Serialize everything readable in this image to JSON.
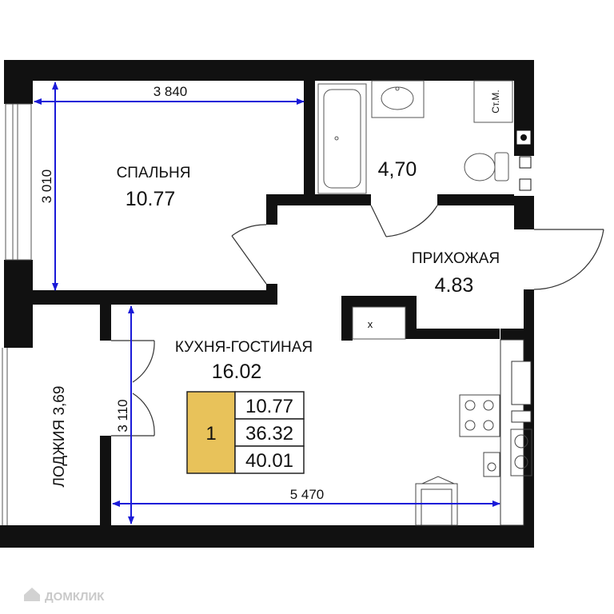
{
  "rooms": {
    "bedroom": {
      "name": "СПАЛЬНЯ",
      "area": "10.77"
    },
    "bathroom": {
      "area": "4,70",
      "washer_label": "Ст.М."
    },
    "hallway": {
      "name": "ПРИХОЖАЯ",
      "area": "4.83"
    },
    "kitchen_living": {
      "name": "КУХНЯ-ГОСТИНАЯ",
      "area": "16.02"
    },
    "loggia": {
      "label": "ЛОДЖИЯ 3,69"
    }
  },
  "dimensions": {
    "bedroom_width": "3 840",
    "bedroom_depth": "3 010",
    "kitchen_depth": "3 110",
    "kitchen_width": "5 470"
  },
  "info_box": {
    "rooms_count": "1",
    "living_area": "10.77",
    "total_area_no_loggia": "36.32",
    "total_area": "40.01",
    "badge_color": "#e8c25a"
  },
  "closet_mark": "x",
  "watermark": "ДОМКЛИК",
  "colors": {
    "wall": "#111111",
    "dimension_line": "#1a1ad8"
  }
}
